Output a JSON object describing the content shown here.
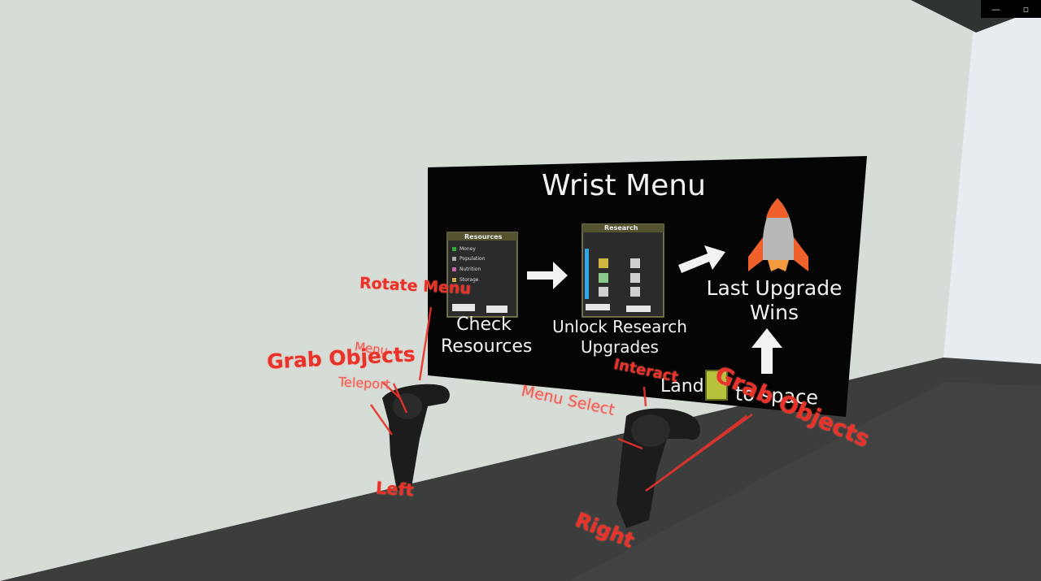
{
  "window": {
    "minimize_icon": "minimize-icon",
    "restore_icon": "restore-icon",
    "minimize_glyph": "—",
    "restore_glyph": "▫"
  },
  "board": {
    "title": "Wrist Menu",
    "steps": {
      "check_line1": "Check",
      "check_line2": "Resources",
      "unlock_line1": "Unlock Research",
      "unlock_line2": "Upgrades",
      "last_line1": "Last Upgrade",
      "last_line2": "Wins",
      "bottom_left": "Land",
      "bottom_right": "to space"
    },
    "resources_panel": {
      "header": "Resources",
      "rows": [
        "Money",
        "Population",
        "Nutrition",
        "Storage"
      ]
    },
    "research_panel": {
      "header": "Research"
    }
  },
  "controller_labels": {
    "left": {
      "rotate_menu": "Rotate Menu",
      "menu": "Menu",
      "grab_objects": "Grab Objects",
      "teleport": "Teleport",
      "name": "Left"
    },
    "right": {
      "interact": "Interact",
      "menu_select": "Menu Select",
      "grab_objects": "Grab Objects",
      "name": "Right"
    }
  },
  "colors": {
    "wall": "#d7ddd8",
    "floor": "#3c3f3d",
    "board": "#050505",
    "label_red": "#e8322a",
    "rocket_orange": "#f0602a"
  }
}
